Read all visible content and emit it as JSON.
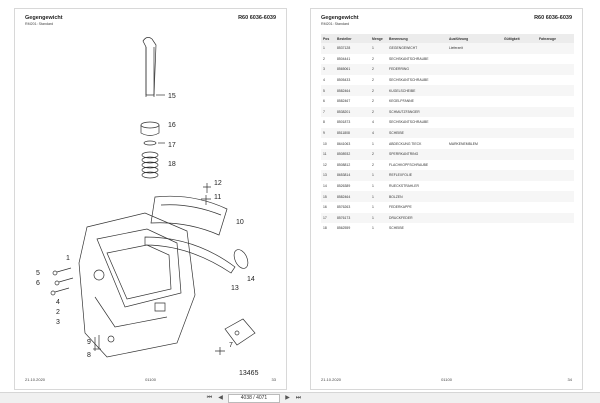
{
  "left_page": {
    "title": "Gegengewicht",
    "subtitle": "RM201: Standard",
    "ref": "R60 6036-6039",
    "drawing_number": "13465",
    "callouts": [
      "1",
      "2",
      "3",
      "4",
      "5",
      "6",
      "7",
      "8",
      "9",
      "10",
      "11",
      "12",
      "13",
      "14",
      "15",
      "16",
      "17",
      "18"
    ],
    "footer": {
      "date": "21.10.2020",
      "code": "01100",
      "page": "33"
    }
  },
  "right_page": {
    "title": "Gegengewicht",
    "subtitle": "RM201: Standard",
    "ref": "R60 6036-6039",
    "columns": [
      "Pos",
      "Bestellnr",
      "Menge",
      "Benennung",
      "Ausführung",
      "Gültigkeit",
      "Fahrzeuge"
    ],
    "rows": [
      [
        "1",
        "8537128",
        "1",
        "GEGENGEWICHT",
        "Lieferzeit",
        "",
        ""
      ],
      [
        "2",
        "8504441",
        "2",
        "SECHSKANTSCHRAUBE",
        "",
        "",
        ""
      ],
      [
        "3",
        "8565061",
        "2",
        "FEDERRING",
        "",
        "",
        ""
      ],
      [
        "4",
        "8505433",
        "2",
        "SECHSKANTSCHRAUBE",
        "",
        "",
        ""
      ],
      [
        "5",
        "8582464",
        "2",
        "KUGELSCHEIBE",
        "",
        "",
        ""
      ],
      [
        "6",
        "8582467",
        "2",
        "KEGELPFANNE",
        "",
        "",
        ""
      ],
      [
        "7",
        "8538201",
        "2",
        "SCHMUTZFÄNGER",
        "",
        "",
        ""
      ],
      [
        "8",
        "8501873",
        "4",
        "SECHSKANTSCHRAUBE",
        "",
        "",
        ""
      ],
      [
        "9",
        "8511808",
        "4",
        "SCHEIBE",
        "",
        "",
        ""
      ],
      [
        "10",
        "8641063",
        "1",
        "ABDECKUNG TIECK",
        "MARKENEMBLEM",
        "",
        ""
      ],
      [
        "11",
        "8508932",
        "2",
        "SPERRKANTRING",
        "",
        "",
        ""
      ],
      [
        "12",
        "8508812",
        "2",
        "FLACHKOPFSCHRAUBE",
        "",
        "",
        ""
      ],
      [
        "13",
        "8653814",
        "1",
        "REFLEXFOLIE",
        "",
        "",
        ""
      ],
      [
        "14",
        "8526389",
        "1",
        "RUECKSTRAHLER",
        "",
        "",
        ""
      ],
      [
        "15",
        "8582464",
        "1",
        "BOLZEN",
        "",
        "",
        ""
      ],
      [
        "16",
        "8576263",
        "1",
        "FEDERKAPPE",
        "",
        "",
        ""
      ],
      [
        "17",
        "8576173",
        "1",
        "DRUCKFEDER",
        "",
        "",
        ""
      ],
      [
        "18",
        "8562559",
        "1",
        "SCHEIBE",
        "",
        "",
        ""
      ]
    ],
    "footer": {
      "date": "21.10.2020",
      "code": "01100",
      "page": "34"
    }
  },
  "toolbar": {
    "page_indicator": "4038 / 4071",
    "icons": [
      "first-page-icon",
      "prev-page-icon",
      "next-page-icon",
      "last-page-icon"
    ]
  }
}
